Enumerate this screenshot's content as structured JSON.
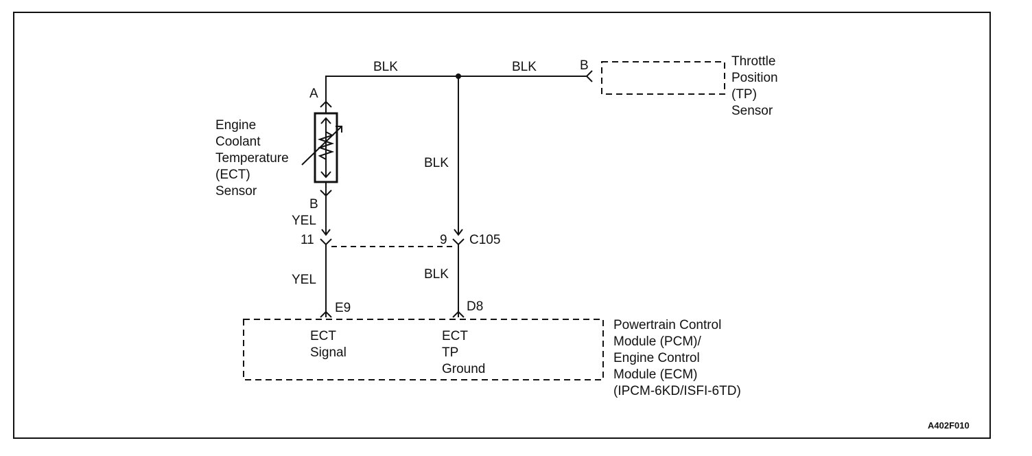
{
  "wires": {
    "blk_top_left": "BLK",
    "blk_top_right": "BLK",
    "blk_vertical": "BLK",
    "yel_ect": "YEL",
    "yel_lower": "YEL",
    "blk_lower": "BLK"
  },
  "pins": {
    "ect_a": "A",
    "ect_b": "B",
    "tp_b": "B",
    "c105_11": "11",
    "c105_9": "9",
    "connector": "C105",
    "pcm_e9": "E9",
    "pcm_d8": "D8"
  },
  "components": {
    "ect_sensor": "Engine\nCoolant\nTemperature\n(ECT)\nSensor",
    "tp_sensor": "Throttle\nPosition\n(TP)\nSensor",
    "pcm": "Powertrain Control\nModule (PCM)/\nEngine Control\nModule (ECM)\n(IPCM-6KD/ISFI-6TD)",
    "pcm_ect_signal": "ECT\nSignal",
    "pcm_ect_tp_ground": "ECT\nTP\nGround"
  },
  "figure_ref": "A402F010"
}
